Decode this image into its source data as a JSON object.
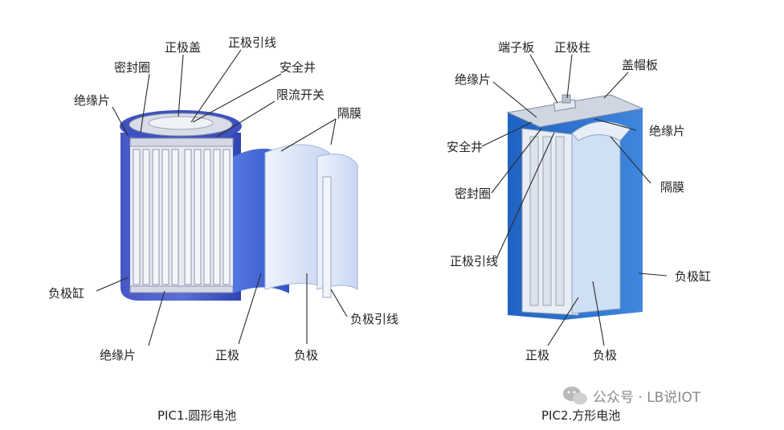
{
  "left_diagram": {
    "labels": {
      "positive_cap": "正极盖",
      "positive_tab": "正极引线",
      "seal_ring": "密封圈",
      "safety_vent": "安全井",
      "insulator_top": "绝缘片",
      "current_limit_switch": "限流开关",
      "separator": "隔膜",
      "negative_can": "负极缸",
      "negative_tab": "负极引线",
      "insulator_bottom": "绝缘片",
      "positive_electrode": "正极",
      "negative_electrode": "负极"
    },
    "caption": "PIC1.圆形电池"
  },
  "right_diagram": {
    "labels": {
      "terminal_plate": "端子板",
      "positive_post": "正极柱",
      "cap_plate": "盖帽板",
      "insulator_top": "绝缘片",
      "insulator_right": "绝缘片",
      "safety_vent": "安全井",
      "separator": "隔膜",
      "seal_ring": "密封圈",
      "positive_tab": "正极引线",
      "negative_can": "负极缸",
      "positive_electrode": "正极",
      "negative_electrode": "负极"
    },
    "caption": "PIC2.方形电池"
  },
  "watermark": {
    "text": "公众号 · LB说IOT",
    "icon": "wechat-icon"
  },
  "colors": {
    "can_blue": "#3f55c0",
    "electrode_blue": "#3b63d6",
    "separator_light": "#dbe5f7",
    "steel": "#c9ced8"
  }
}
